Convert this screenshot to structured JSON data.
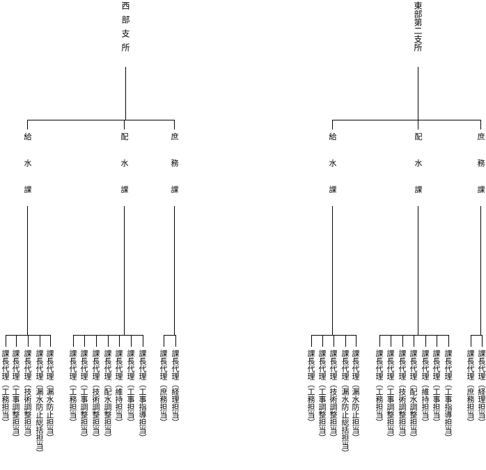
{
  "branches": [
    {
      "name": "西部支所",
      "departments": [
        {
          "chars": [
            "給",
            "水",
            "課"
          ],
          "positions": [
            "課長代理（工務担当）",
            "課長代理（工事調整担当）",
            "課長代理（技術調整担当）",
            "課長代理（漏水防止総括担当）",
            "課長代理（漏水防止担当）"
          ]
        },
        {
          "chars": [
            "配",
            "水",
            "課"
          ],
          "positions": [
            "課長代理（工務担当）",
            "課長代理（工事調整担当）",
            "課長代理（技術調整担当）",
            "課長代理（配水調整担当）",
            "課長代理（維持担当）",
            "課長代理（工事担当）",
            "課長代理（工事指導担当）"
          ]
        },
        {
          "chars": [
            "庶",
            "務",
            "課"
          ],
          "positions": [
            "課長代理（庶務担当）",
            "課長代理（経理担当）"
          ]
        }
      ]
    },
    {
      "name": "東部第二支所",
      "departments": [
        {
          "chars": [
            "給",
            "水",
            "課"
          ],
          "positions": [
            "課長代理（工務担当）",
            "課長代理（工事調整担当）",
            "課長代理（技術調整担当）",
            "課長代理（漏水防止総括担当）",
            "課長代理（漏水防止担当）"
          ]
        },
        {
          "chars": [
            "配",
            "水",
            "課"
          ],
          "positions": [
            "課長代理（工務担当）",
            "課長代理（工事調整担当）",
            "課長代理（技術調整担当）",
            "課長代理（配水調整担当）",
            "課長代理（維持担当）",
            "課長代理（工事担当）",
            "課長代理（工事指導担当）"
          ]
        },
        {
          "chars": [
            "庶",
            "務",
            "課"
          ],
          "positions": [
            "課長代理（庶務担当）",
            "課長代理（経理担当）"
          ]
        }
      ]
    }
  ]
}
